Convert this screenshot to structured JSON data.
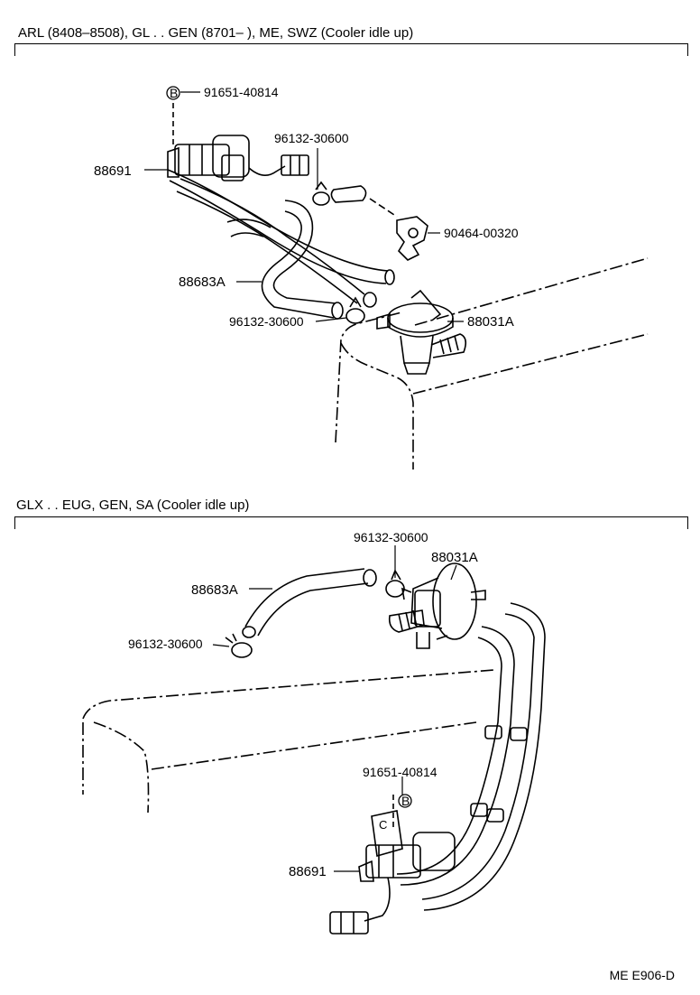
{
  "sections": [
    {
      "title": "ARL (8408–8508), GL . . GEN (8701–          ), ME, SWZ (Cooler idle up)",
      "callouts": {
        "bolt_symbol": "B",
        "bolt": "91651-40814",
        "vsv": "88691",
        "clamp_upper": "96132-30600",
        "clip": "90464-00320",
        "hose": "88683A",
        "clamp_lower": "96132-30600",
        "valve": "88031A"
      }
    },
    {
      "title": "GLX . . EUG, GEN, SA (Cooler idle up)",
      "callouts": {
        "clamp_upper": "96132-30600",
        "valve": "88031A",
        "hose": "88683A",
        "clamp_lower": "96132-30600",
        "bolt": "91651-40814",
        "bolt_symbol": "B",
        "vsv": "88691"
      }
    }
  ],
  "reference_code": "ME E906-D"
}
